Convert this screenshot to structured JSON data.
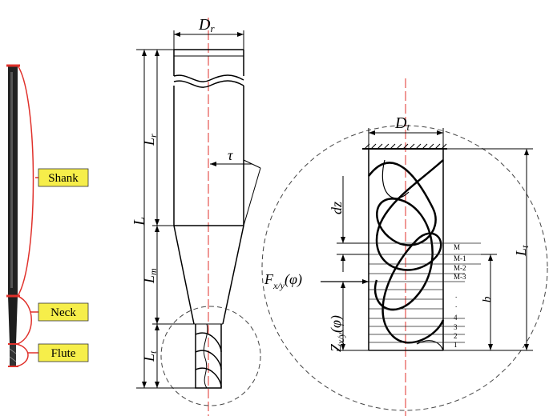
{
  "photo_labels": {
    "shank": "Shank",
    "neck": "Neck",
    "flute": "Flute"
  },
  "tool_dims": {
    "dr": "D",
    "dr_sub": "r",
    "L": "L",
    "lr": "L",
    "lr_sub": "r",
    "tau": "τ",
    "lm": "L",
    "lm_sub": "m",
    "lt": "L",
    "lt_sub": "t"
  },
  "detail_dims": {
    "dt": "D",
    "dt_sub": "t",
    "dz": "dz",
    "lt": "L",
    "lt_sub": "t",
    "b": "b",
    "force": "F",
    "force_sub": "x/y",
    "force_arg": "(φ)",
    "z": "Z",
    "z_sub": "x/y",
    "z_arg": "(φ)"
  },
  "slice_labels": [
    "M",
    "M-1",
    "M-2",
    "M-3",
    ".",
    ".",
    "4",
    "3",
    "2",
    "1"
  ],
  "colors": {
    "accent_red": "#e0312b",
    "label_yellow": "#f6ee4a",
    "tool_dark": "#222222"
  }
}
